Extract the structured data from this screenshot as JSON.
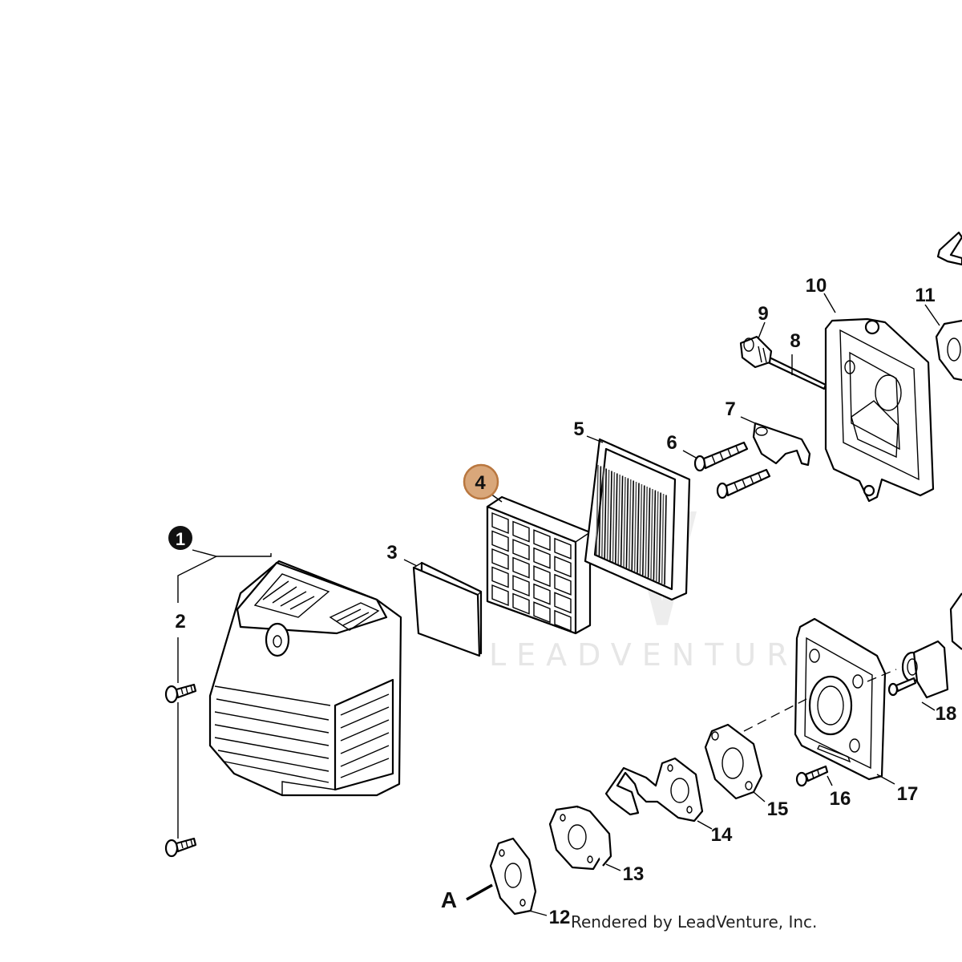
{
  "watermark": "LEADVENTURE",
  "credit": "Rendered by LeadVenture, Inc.",
  "highlight_color": "#d9a77a",
  "highlight_stroke": "#b9773f",
  "callouts": {
    "c1": "1",
    "c2": "2",
    "c3": "3",
    "c4": "4",
    "c5": "5",
    "c6": "6",
    "c7": "7",
    "c8": "8",
    "c9": "9",
    "c10": "10",
    "c11": "11",
    "c12": "12",
    "c13": "13",
    "c14": "14",
    "c15": "15",
    "c16": "16",
    "c17": "17",
    "c18": "18",
    "a": "A"
  }
}
